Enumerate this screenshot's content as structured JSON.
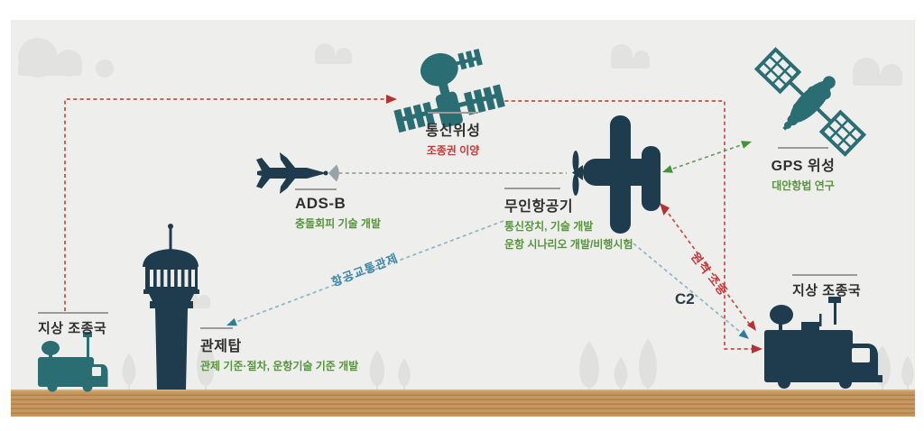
{
  "colors": {
    "sky": "#eeeeec",
    "cloud": "#e2e2e0",
    "tree": "#e0e0de",
    "navy": "#1e3c4e",
    "teal": "#2a6e74",
    "ground": "#c6975f",
    "ground_stripe": "#b0834e",
    "red_line": "#c94b42",
    "red_arrow": "#b63232",
    "red_text": "#c7393b",
    "green_line": "#6a9a5f",
    "green_pale_line": "#96a592",
    "green_arrow": "#46913d",
    "green_text": "#56953b",
    "blue_line": "#8fb3c2",
    "blue_arrow": "#2d7f98",
    "blue_text": "#3c87a9",
    "label_rule": "#9b9b9b",
    "label_title": "#2f2f2f",
    "c2_text": "#2b3b46"
  },
  "nodes": {
    "comm_satellite": {
      "title": "통신위성",
      "subtitle": "조종권 이양"
    },
    "gps_satellite": {
      "title": "GPS 위성",
      "subtitle": "대안항법 연구"
    },
    "adsb": {
      "title": "ADS-B",
      "subtitle": "충돌회피 기술 개발"
    },
    "uav": {
      "title": "무인항공기",
      "subtitle1": "통신장치, 기술 개발",
      "subtitle2": "운항 시나리오 개발/비행시험"
    },
    "control_tower": {
      "title": "관제탑",
      "subtitle": "관제 기준·절차, 운항기술 기준 개발"
    },
    "ground_station_left": {
      "title": "지상 조종국"
    },
    "ground_station_right": {
      "title": "지상 조종국"
    }
  },
  "links": {
    "air_traffic_control": {
      "label": "항공교통관제"
    },
    "remote_control": {
      "label": "원격 조종"
    },
    "c2": {
      "label": "C2"
    }
  }
}
